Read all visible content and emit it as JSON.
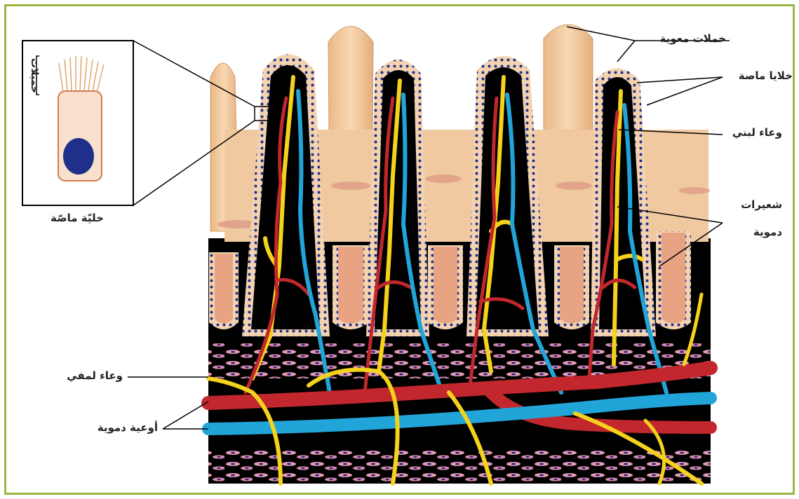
{
  "labels": {
    "intestinal_villi": "خملات معوية",
    "absorptive_cells": "خلايا ماصة",
    "lacteal": "وعاء لبني",
    "capillaries_line1": "شعيرات",
    "capillaries_line2": "دموية",
    "lymph_vessel": "وعاء لمفي",
    "blood_vessels": "أوعية دموية",
    "absorptive_cell": "خليّة ماصّة",
    "microvilli": "خميلات"
  },
  "colors": {
    "frame_border": "#9bb740",
    "tissue": "#f2c99a",
    "tissue_dark": "#e6b27e",
    "background": "#000000",
    "capillary_red": "#c1272d",
    "lymph_yellow": "#f5d21b",
    "lacteal_blue": "#21a5d8",
    "nucleus": "#1f2f8a",
    "connective": "#f0a5b8"
  }
}
